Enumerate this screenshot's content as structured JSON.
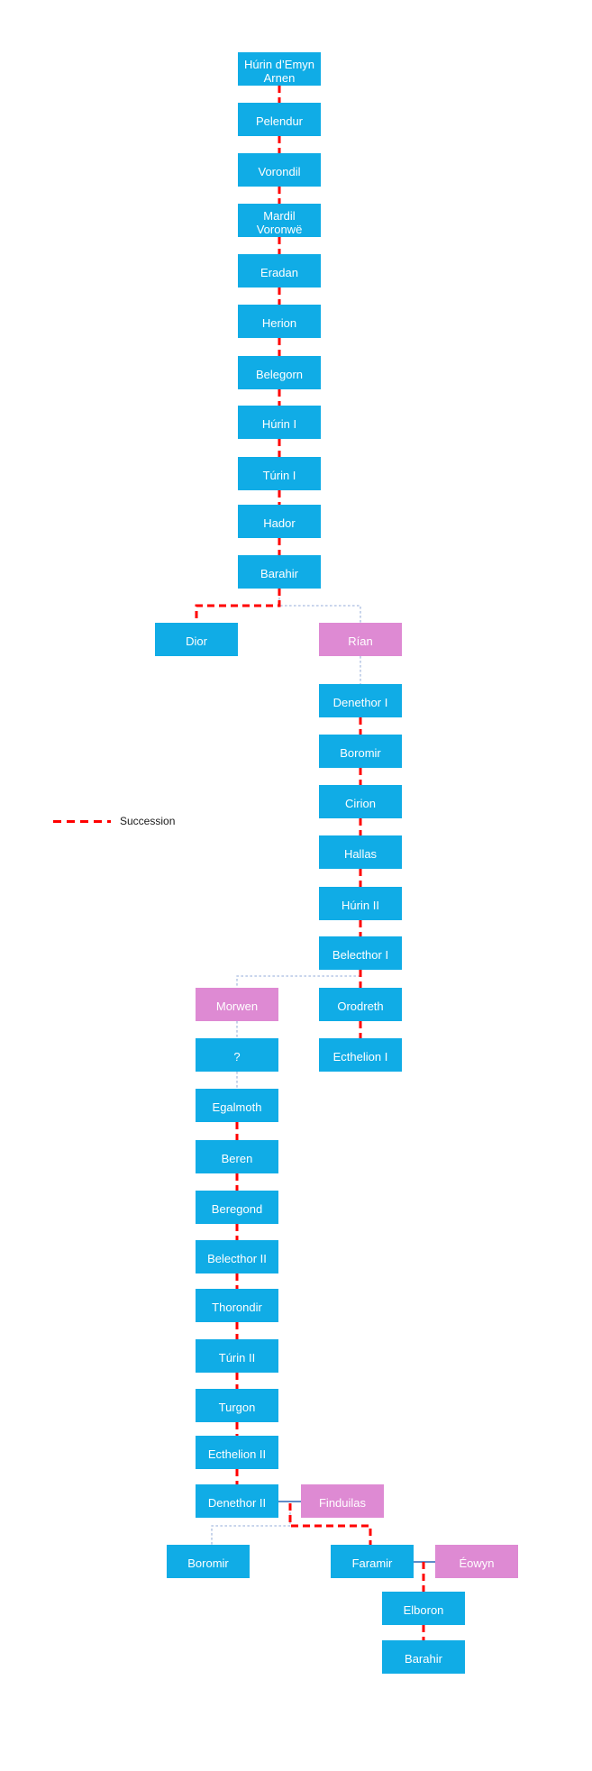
{
  "legend": {
    "items": [
      {
        "label": "Succession",
        "style": "red-dashed"
      }
    ]
  },
  "colors": {
    "blue_box": "#10ACE6",
    "pink_box": "#DE8AD3",
    "succession_line": "#FF0000",
    "descent_line": "#A9BCE0",
    "marriage_line": "#4A7CC0",
    "box_text": "#FFFFFF",
    "legend_text": "#1A1A1A",
    "background": "#FFFFFF"
  },
  "diagram": {
    "nodes": [
      {
        "id": "hurin-emyn-arnen",
        "label": "Húrin d’Emyn\nArnen",
        "type": "blue"
      },
      {
        "id": "pelendur",
        "label": "Pelendur",
        "type": "blue"
      },
      {
        "id": "vorondil",
        "label": "Vorondil",
        "type": "blue"
      },
      {
        "id": "mardil-voronwe",
        "label": "Mardil\nVoronwë",
        "type": "blue"
      },
      {
        "id": "eradan",
        "label": "Eradan",
        "type": "blue"
      },
      {
        "id": "herion",
        "label": "Herion",
        "type": "blue"
      },
      {
        "id": "belegorn",
        "label": "Belegorn",
        "type": "blue"
      },
      {
        "id": "hurin-i",
        "label": "Húrin I",
        "type": "blue"
      },
      {
        "id": "turin-i",
        "label": "Túrin I",
        "type": "blue"
      },
      {
        "id": "hador",
        "label": "Hador",
        "type": "blue"
      },
      {
        "id": "barahir-i",
        "label": "Barahir",
        "type": "blue"
      },
      {
        "id": "dior",
        "label": "Dior",
        "type": "blue"
      },
      {
        "id": "rian",
        "label": "Rían",
        "type": "pink"
      },
      {
        "id": "denethor-i",
        "label": "Denethor I",
        "type": "blue"
      },
      {
        "id": "boromir-i",
        "label": "Boromir",
        "type": "blue"
      },
      {
        "id": "cirion",
        "label": "Cirion",
        "type": "blue"
      },
      {
        "id": "hallas",
        "label": "Hallas",
        "type": "blue"
      },
      {
        "id": "hurin-ii",
        "label": "Húrin II",
        "type": "blue"
      },
      {
        "id": "belecthor-i",
        "label": "Belecthor I",
        "type": "blue"
      },
      {
        "id": "orodreth",
        "label": "Orodreth",
        "type": "blue"
      },
      {
        "id": "ecthelion-i",
        "label": "Ecthelion I",
        "type": "blue"
      },
      {
        "id": "morwen",
        "label": "Morwen",
        "type": "pink"
      },
      {
        "id": "unknown",
        "label": "?",
        "type": "blue"
      },
      {
        "id": "egalmoth",
        "label": "Egalmoth",
        "type": "blue"
      },
      {
        "id": "beren",
        "label": "Beren",
        "type": "blue"
      },
      {
        "id": "beregond",
        "label": "Beregond",
        "type": "blue"
      },
      {
        "id": "belecthor-ii",
        "label": "Belecthor II",
        "type": "blue"
      },
      {
        "id": "thorondir",
        "label": "Thorondir",
        "type": "blue"
      },
      {
        "id": "turin-ii",
        "label": "Túrin II",
        "type": "blue"
      },
      {
        "id": "turgon",
        "label": "Turgon",
        "type": "blue"
      },
      {
        "id": "ecthelion-ii",
        "label": "Ecthelion II",
        "type": "blue"
      },
      {
        "id": "denethor-ii",
        "label": "Denethor II",
        "type": "blue"
      },
      {
        "id": "finduilas",
        "label": "Finduilas",
        "type": "pink"
      },
      {
        "id": "boromir-ii",
        "label": "Boromir",
        "type": "blue"
      },
      {
        "id": "faramir",
        "label": "Faramir",
        "type": "blue"
      },
      {
        "id": "eowyn",
        "label": "Éowyn",
        "type": "pink"
      },
      {
        "id": "elboron",
        "label": "Elboron",
        "type": "blue"
      },
      {
        "id": "barahir-ii",
        "label": "Barahir",
        "type": "blue"
      }
    ],
    "edges": [
      {
        "from": "hurin-emyn-arnen",
        "to": "pelendur",
        "kind": "succession"
      },
      {
        "from": "pelendur",
        "to": "vorondil",
        "kind": "succession"
      },
      {
        "from": "vorondil",
        "to": "mardil-voronwe",
        "kind": "succession"
      },
      {
        "from": "mardil-voronwe",
        "to": "eradan",
        "kind": "succession"
      },
      {
        "from": "eradan",
        "to": "herion",
        "kind": "succession"
      },
      {
        "from": "herion",
        "to": "belegorn",
        "kind": "succession"
      },
      {
        "from": "belegorn",
        "to": "hurin-i",
        "kind": "succession"
      },
      {
        "from": "hurin-i",
        "to": "turin-i",
        "kind": "succession"
      },
      {
        "from": "turin-i",
        "to": "hador",
        "kind": "succession"
      },
      {
        "from": "hador",
        "to": "barahir-i",
        "kind": "succession"
      },
      {
        "from": "barahir-i",
        "to": "dior",
        "kind": "succession"
      },
      {
        "from": "barahir-i",
        "to": "rian",
        "kind": "descent"
      },
      {
        "from": "rian",
        "to": "denethor-i",
        "kind": "descent"
      },
      {
        "from": "denethor-i",
        "to": "boromir-i",
        "kind": "succession"
      },
      {
        "from": "boromir-i",
        "to": "cirion",
        "kind": "succession"
      },
      {
        "from": "cirion",
        "to": "hallas",
        "kind": "succession"
      },
      {
        "from": "hallas",
        "to": "hurin-ii",
        "kind": "succession"
      },
      {
        "from": "hurin-ii",
        "to": "belecthor-i",
        "kind": "succession"
      },
      {
        "from": "belecthor-i",
        "to": "orodreth",
        "kind": "succession"
      },
      {
        "from": "orodreth",
        "to": "ecthelion-i",
        "kind": "succession"
      },
      {
        "from": "belecthor-i",
        "to": "morwen",
        "kind": "descent"
      },
      {
        "from": "morwen",
        "to": "unknown",
        "kind": "descent"
      },
      {
        "from": "unknown",
        "to": "egalmoth",
        "kind": "descent"
      },
      {
        "from": "egalmoth",
        "to": "beren",
        "kind": "succession"
      },
      {
        "from": "beren",
        "to": "beregond",
        "kind": "succession"
      },
      {
        "from": "beregond",
        "to": "belecthor-ii",
        "kind": "succession"
      },
      {
        "from": "belecthor-ii",
        "to": "thorondir",
        "kind": "succession"
      },
      {
        "from": "thorondir",
        "to": "turin-ii",
        "kind": "succession"
      },
      {
        "from": "turin-ii",
        "to": "turgon",
        "kind": "succession"
      },
      {
        "from": "turgon",
        "to": "ecthelion-ii",
        "kind": "succession"
      },
      {
        "from": "ecthelion-ii",
        "to": "denethor-ii",
        "kind": "succession"
      },
      {
        "from": "denethor-ii",
        "to": "finduilas",
        "kind": "marriage"
      },
      {
        "from": "denethor-ii",
        "to": "boromir-ii",
        "kind": "descent"
      },
      {
        "from": "denethor-ii",
        "to": "faramir",
        "kind": "succession"
      },
      {
        "from": "faramir",
        "to": "eowyn",
        "kind": "marriage"
      },
      {
        "from": "faramir",
        "to": "elboron",
        "kind": "succession"
      },
      {
        "from": "elboron",
        "to": "barahir-ii",
        "kind": "succession"
      }
    ]
  }
}
